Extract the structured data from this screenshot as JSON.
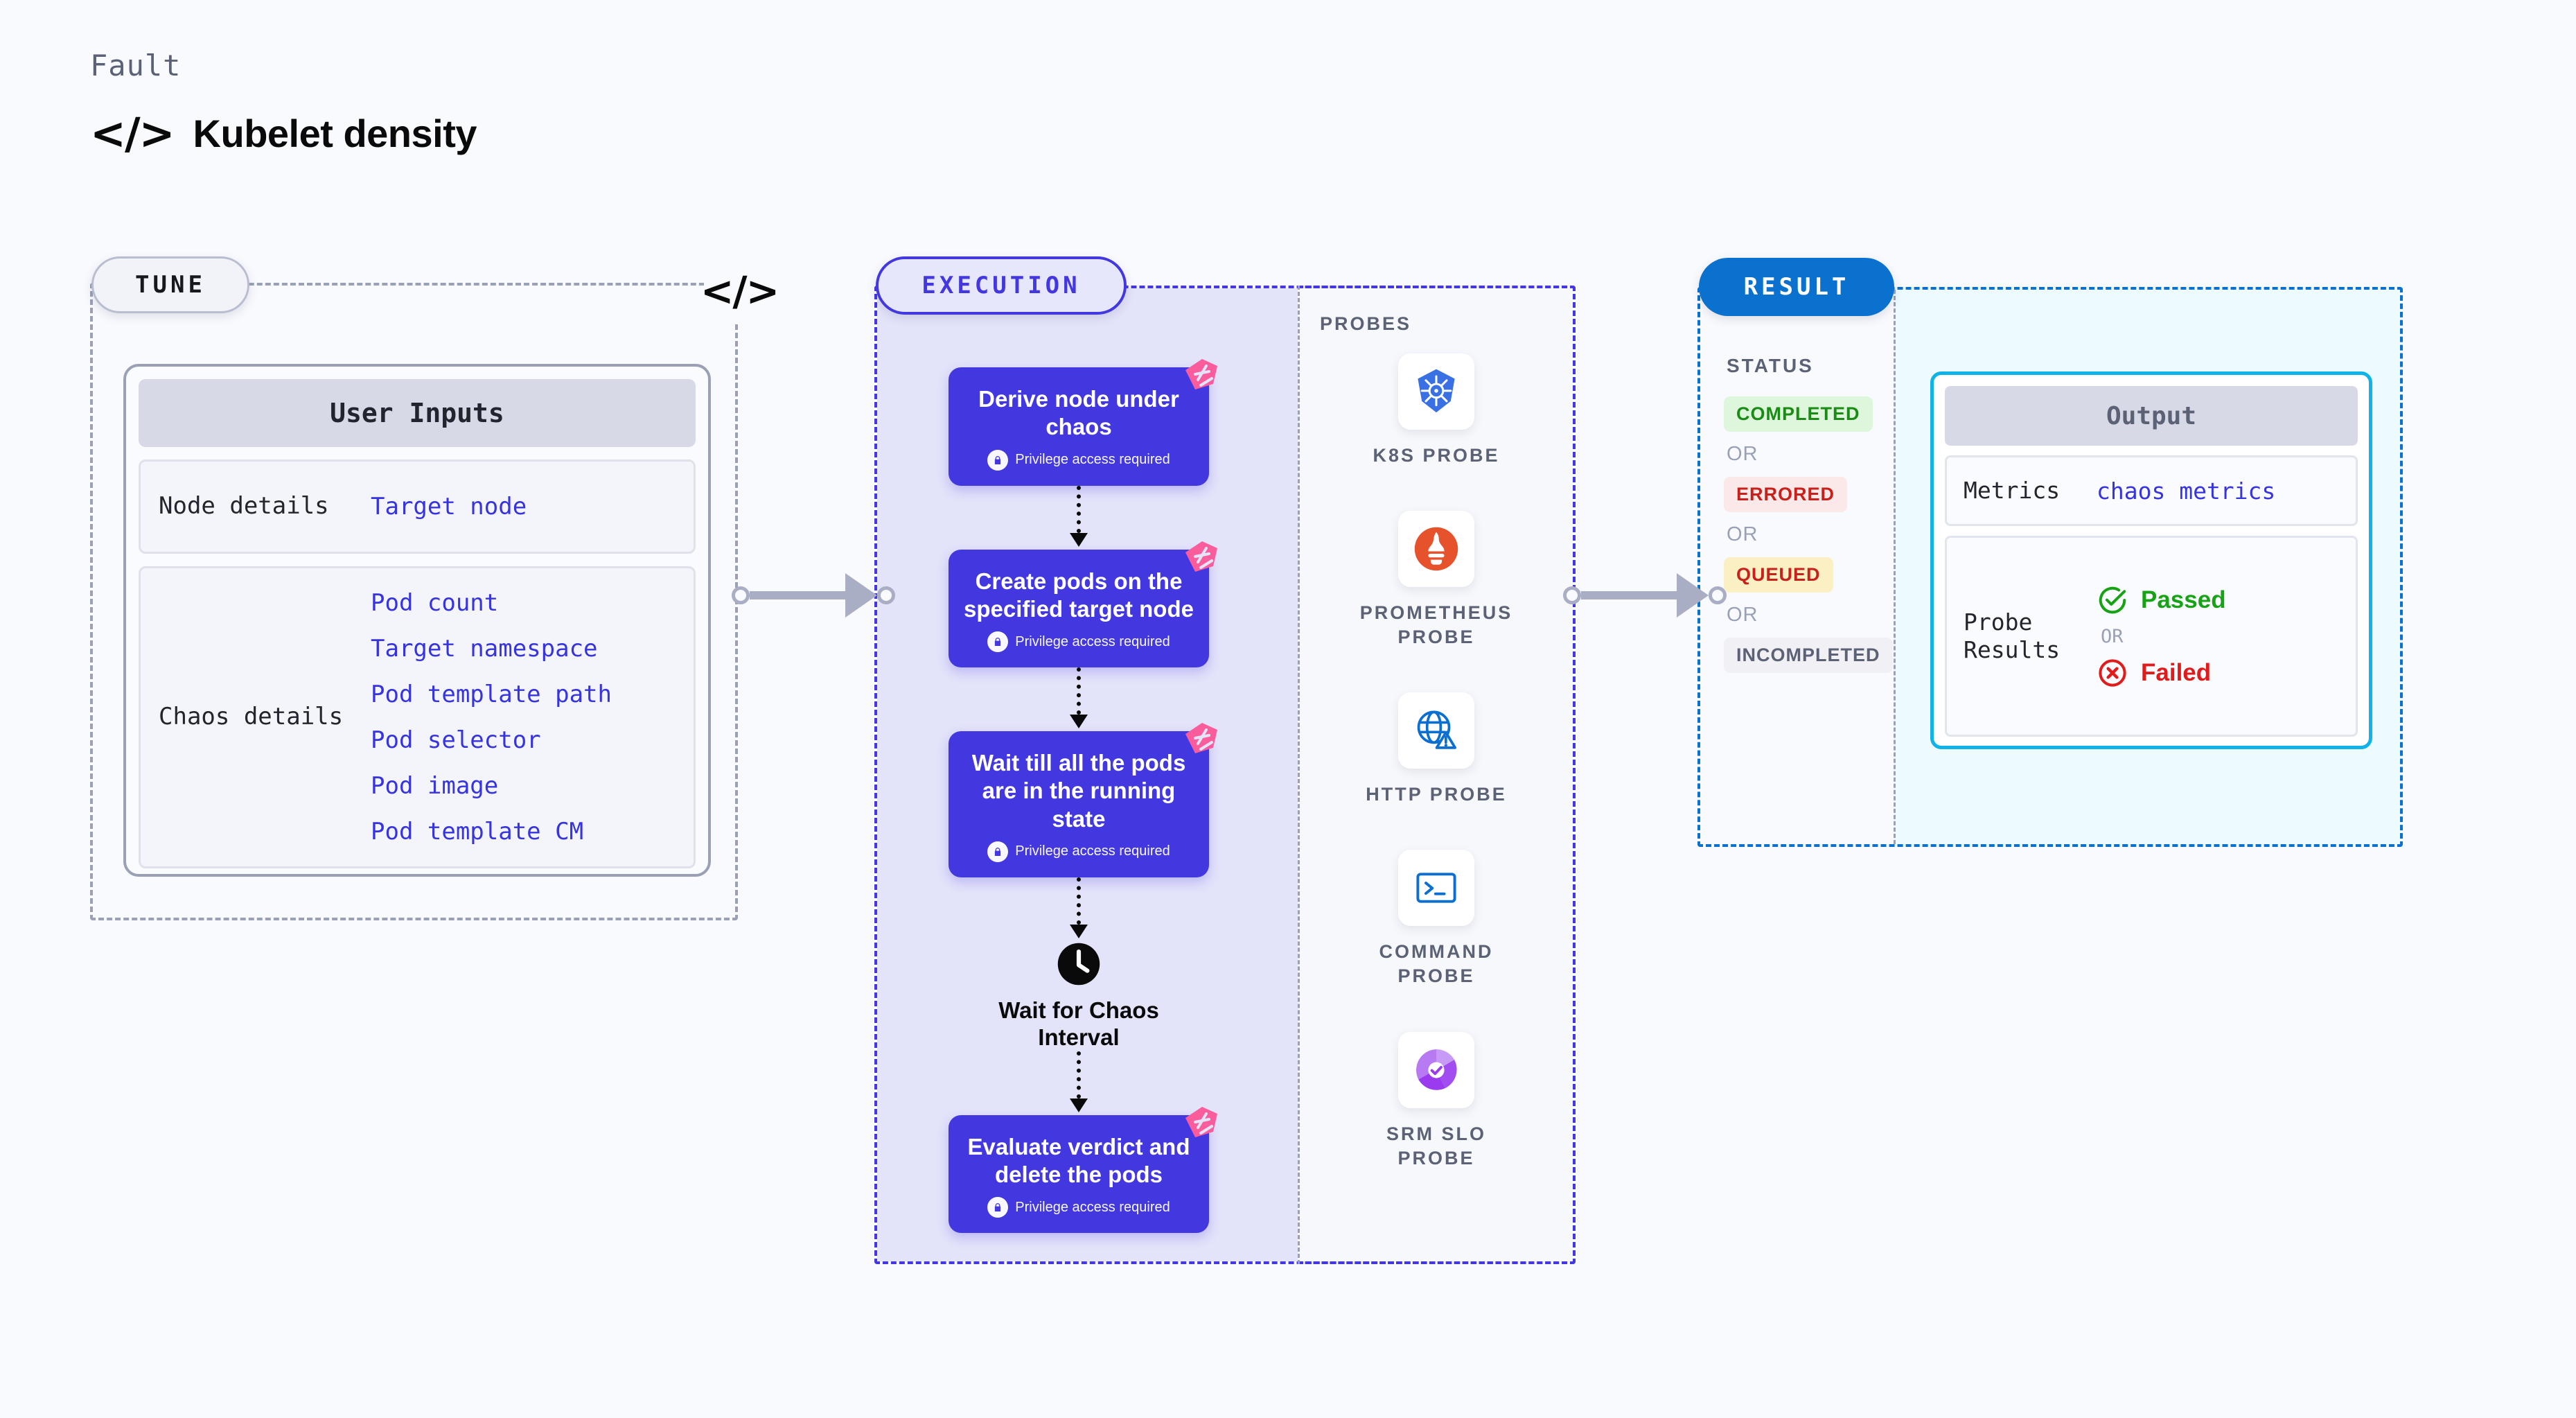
{
  "header": {
    "eyebrow": "Fault",
    "title": "Kubelet density",
    "code_icon": "</>"
  },
  "tune": {
    "badge": "TUNE",
    "border_icon": "</>",
    "card": {
      "title": "User Inputs",
      "rows": [
        {
          "label": "Node details",
          "values": [
            "Target node"
          ]
        },
        {
          "label": "Chaos details",
          "values": [
            "Pod count",
            "Target namespace",
            "Pod template path",
            "Pod selector",
            "Pod image",
            "Pod template CM"
          ]
        }
      ]
    }
  },
  "execution": {
    "badge": "EXECUTION",
    "privilege_note": "Privilege access required",
    "steps": [
      {
        "title": "Derive node under chaos",
        "privileged": true
      },
      {
        "title": "Create pods on the specified target node",
        "privileged": true
      },
      {
        "title": "Wait till all the pods are in the running state",
        "privileged": true
      }
    ],
    "wait": {
      "label": "Wait for Chaos Interval",
      "icon": "clock-icon"
    },
    "final_step": {
      "title": "Evaluate verdict and delete the pods",
      "privileged": true
    }
  },
  "probes": {
    "title": "PROBES",
    "items": [
      {
        "label": "K8S PROBE",
        "icon": "kubernetes-icon",
        "color": "#3970E4"
      },
      {
        "label": "PROMETHEUS PROBE",
        "icon": "prometheus-icon",
        "color": "#E6522C"
      },
      {
        "label": "HTTP PROBE",
        "icon": "http-globe-icon",
        "color": "#0A6FD1"
      },
      {
        "label": "COMMAND PROBE",
        "icon": "terminal-icon",
        "color": "#0A6FD1"
      },
      {
        "label": "SRM SLO PROBE",
        "icon": "srm-slo-icon",
        "color": "#9B3BF0"
      }
    ]
  },
  "result": {
    "badge": "RESULT",
    "status_title": "STATUS",
    "or_label": "OR",
    "statuses": [
      {
        "label": "COMPLETED",
        "tone": "completed"
      },
      {
        "label": "ERRORED",
        "tone": "errored"
      },
      {
        "label": "QUEUED",
        "tone": "queued"
      },
      {
        "label": "INCOMPLETED",
        "tone": "incomplete"
      }
    ],
    "output": {
      "title": "Output",
      "metrics_label": "Metrics",
      "metrics_value": "chaos metrics",
      "probe_results_label": "Probe Results",
      "passed_label": "Passed",
      "failed_label": "Failed",
      "or_label": "OR"
    }
  },
  "colors": {
    "page_bg": "#F9FAFE",
    "execution_accent": "#4338E0",
    "result_accent": "#0A72CE",
    "output_border": "#0FB3E8",
    "ribbon": "#FB5C9B",
    "link": "#3633E0"
  }
}
